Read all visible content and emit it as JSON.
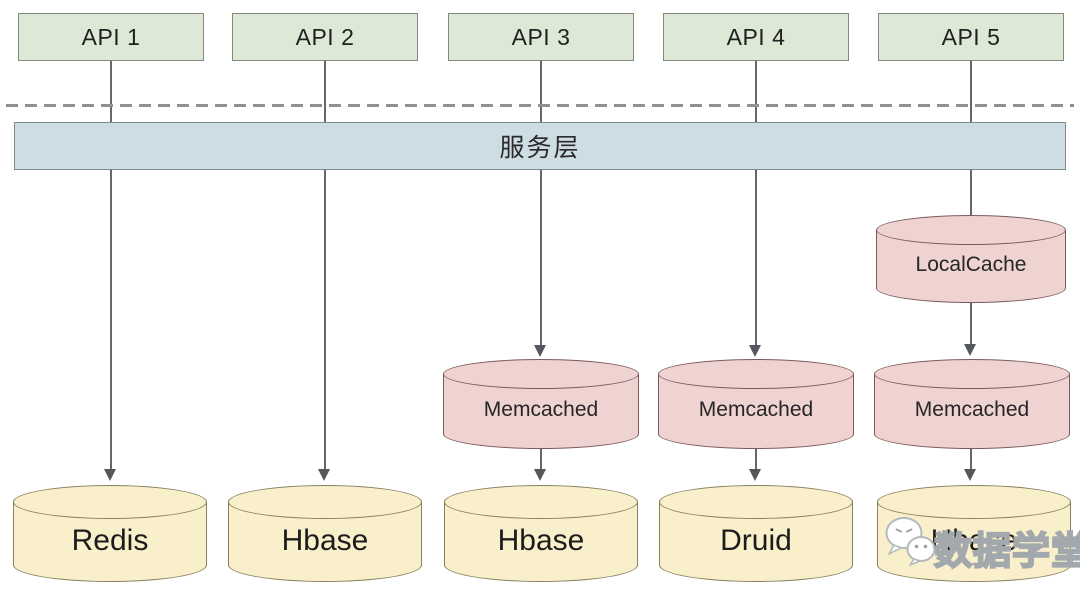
{
  "service_layer": {
    "label": "服务层"
  },
  "columns": [
    {
      "api": "API 1",
      "datastore": "Redis"
    },
    {
      "api": "API 2",
      "datastore": "Hbase"
    },
    {
      "api": "API 3",
      "cache": "Memcached",
      "datastore": "Hbase"
    },
    {
      "api": "API 4",
      "cache": "Memcached",
      "datastore": "Druid"
    },
    {
      "api": "API 5",
      "local_cache": "LocalCache",
      "cache": "Memcached",
      "datastore": "Hbase"
    }
  ],
  "watermark": {
    "text": "数据学堂",
    "icon": "wechat-logo"
  },
  "colors": {
    "api_box_fill": "#dde9d6",
    "api_box_border": "#84897e",
    "service_bar_fill": "#cedde4",
    "service_bar_border": "#7f8a90",
    "cache_fill": "#eed3d1",
    "cache_border": "#7c5a5e",
    "datastore_fill": "#f9efca",
    "datastore_border": "#87815f",
    "connector": "#63686c",
    "divider_dash": "#8d9296",
    "text": "#1f1f1f"
  }
}
